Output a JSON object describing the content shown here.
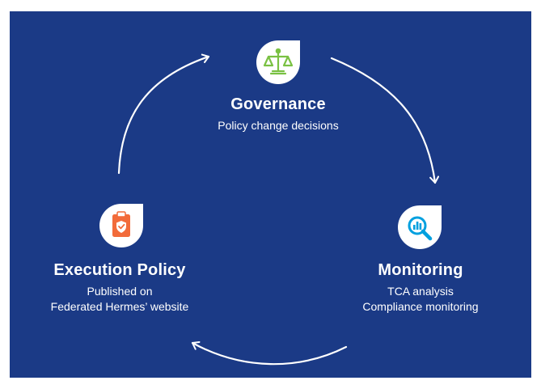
{
  "nodes": {
    "governance": {
      "title": "Governance",
      "lines": [
        "Policy change decisions"
      ],
      "icon": "scales-icon",
      "icon_color": "#7ac143"
    },
    "monitoring": {
      "title": "Monitoring",
      "lines": [
        "TCA analysis",
        "Compliance monitoring"
      ],
      "icon": "magnifier-chart-icon",
      "icon_color": "#00a0df"
    },
    "execution_policy": {
      "title": "Execution Policy",
      "lines": [
        "Published on",
        "Federated Hermes’ website"
      ],
      "icon": "clipboard-shield-icon",
      "icon_color": "#f26b3a"
    }
  },
  "colors": {
    "background": "#1b3a86",
    "foreground": "#ffffff"
  }
}
